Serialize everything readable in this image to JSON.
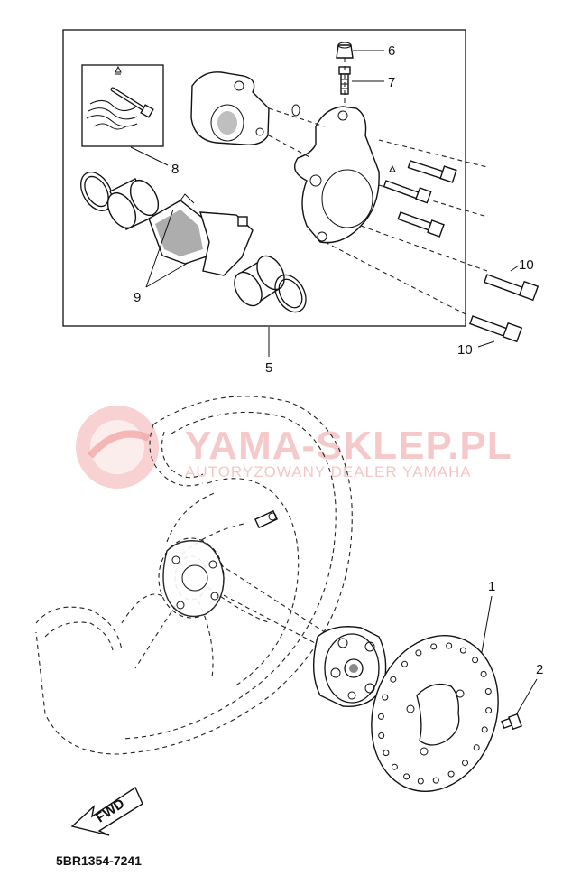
{
  "callouts": {
    "c6": "6",
    "c7": "7",
    "c8": "8",
    "c9": "9",
    "c10a": "10",
    "c10b": "10",
    "c5": "5",
    "c1": "1",
    "c2": "2"
  },
  "watermark": {
    "title": "YAMA-SKLEP.PL",
    "subtitle": "AUTORYZOWANY DEALER YAMAHA"
  },
  "fwd_label": "FWD",
  "diagram_code": "5BR1354-7241"
}
